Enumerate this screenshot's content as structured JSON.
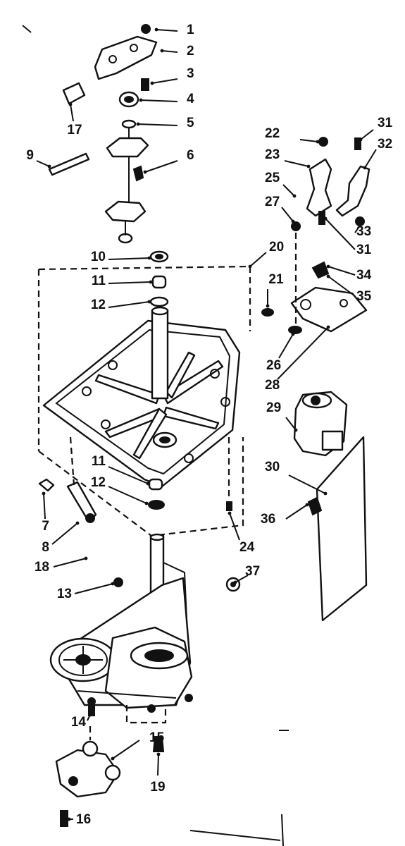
{
  "callouts": [
    {
      "n": "1"
    },
    {
      "n": "2"
    },
    {
      "n": "3"
    },
    {
      "n": "4"
    },
    {
      "n": "5"
    },
    {
      "n": "6"
    },
    {
      "n": "7"
    },
    {
      "n": "8"
    },
    {
      "n": "9"
    },
    {
      "n": "10"
    },
    {
      "n": "11"
    },
    {
      "n": "12"
    },
    {
      "n": "11"
    },
    {
      "n": "12"
    },
    {
      "n": "13"
    },
    {
      "n": "14"
    },
    {
      "n": "15"
    },
    {
      "n": "16"
    },
    {
      "n": "17"
    },
    {
      "n": "18"
    },
    {
      "n": "19"
    },
    {
      "n": "20"
    },
    {
      "n": "21"
    },
    {
      "n": "22"
    },
    {
      "n": "23"
    },
    {
      "n": "24"
    },
    {
      "n": "25"
    },
    {
      "n": "26"
    },
    {
      "n": "27"
    },
    {
      "n": "28"
    },
    {
      "n": "29"
    },
    {
      "n": "30"
    },
    {
      "n": "31"
    },
    {
      "n": "31"
    },
    {
      "n": "32"
    },
    {
      "n": "33"
    },
    {
      "n": "34"
    },
    {
      "n": "35"
    },
    {
      "n": "36"
    },
    {
      "n": "37"
    }
  ],
  "colors": {
    "ink": "#111111",
    "paper": "#ffffff"
  }
}
